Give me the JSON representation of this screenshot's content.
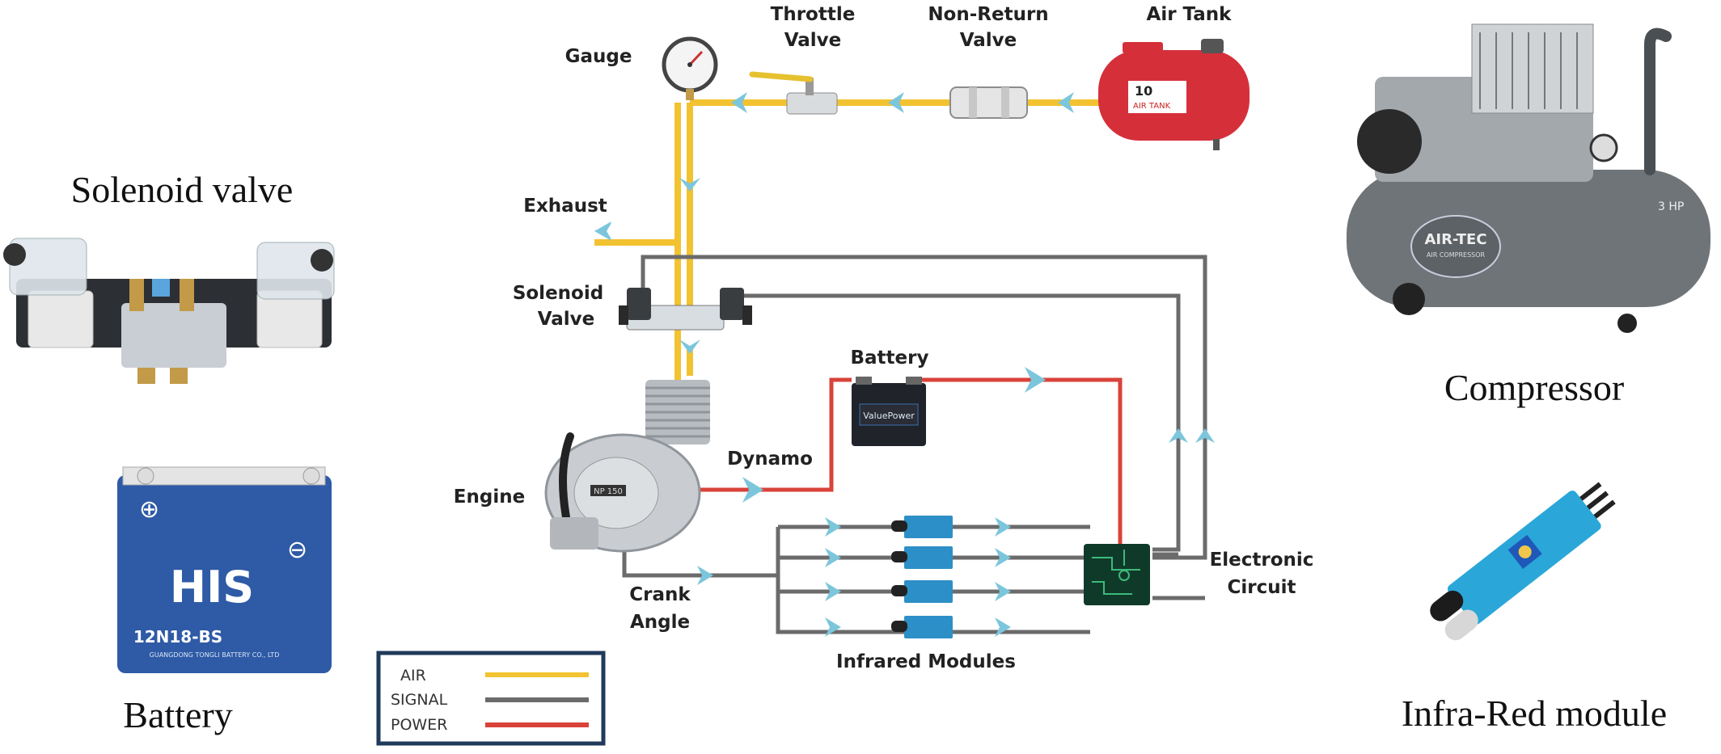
{
  "labels": {
    "solenoid_photo": "Solenoid valve",
    "battery_photo": "Battery",
    "compressor_photo": "Compressor",
    "ir_photo": "Infra-Red module",
    "gauge": "Gauge",
    "throttle_1": "Throttle",
    "throttle_2": "Valve",
    "nonreturn_1": "Non-Return",
    "nonreturn_2": "Valve",
    "air_tank": "Air Tank",
    "exhaust": "Exhaust",
    "solenoid_1": "Solenoid",
    "solenoid_2": "Valve",
    "battery_diag": "Battery",
    "dynamo": "Dynamo",
    "engine": "Engine",
    "crank_1": "Crank",
    "crank_2": "Angle",
    "infrared": "Infrared Modules",
    "electronic_1": "Electronic",
    "electronic_2": "Circuit"
  },
  "product_text": {
    "battery_brand": "HIS",
    "battery_model": "12N18-BS",
    "battery_maker": "GUANGDONG TONGLI BATTERY CO., LTD",
    "diag_battery_brand": "ValuePower",
    "compressor_brand": "AIR-TEC",
    "compressor_sub": "AIR COMPRESSOR",
    "compressor_size": "3 HP",
    "air_tank_model": "10",
    "air_tank_name": "AIR TANK",
    "engine_badge": "NP 150"
  },
  "legend": {
    "items": [
      {
        "label": "AIR",
        "color": "#f2c230"
      },
      {
        "label": "SIGNAL",
        "color": "#6b6b6b"
      },
      {
        "label": "POWER",
        "color": "#d9433a"
      }
    ],
    "border_color": "#1f3a5a"
  },
  "colors": {
    "air": "#f2c230",
    "signal": "#6b6b6b",
    "power": "#d9433a",
    "arrow": "#7cc6dc"
  }
}
